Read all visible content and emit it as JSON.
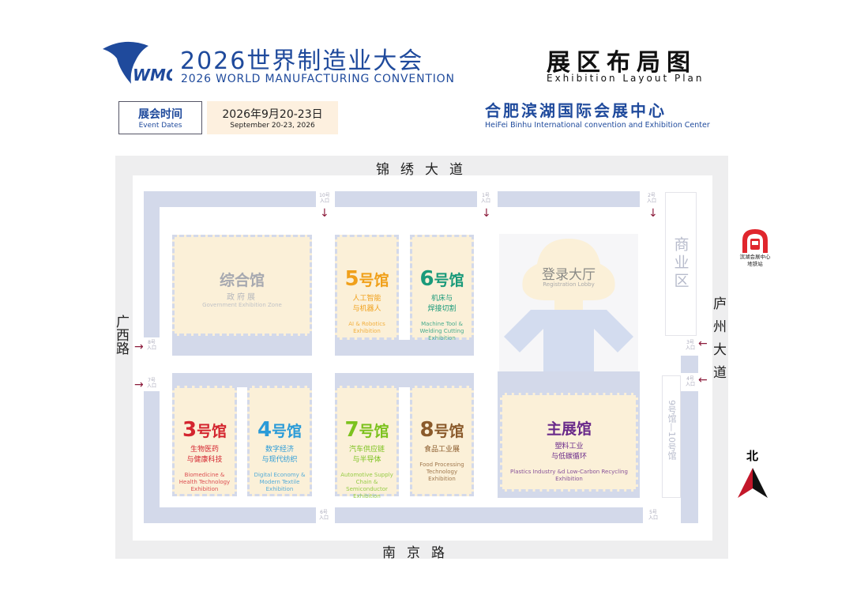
{
  "header": {
    "logo_text": "WMC",
    "title_zh": "2026世界制造业大会",
    "title_en": "2026 WORLD MANUFACTURING CONVENTION",
    "plan_zh": "展区布局图",
    "plan_en": "Exhibition Layout Plan",
    "dates_label_zh": "展会时间",
    "dates_label_en": "Event Dates",
    "dates_zh": "2026年9月20-23日",
    "dates_en": "September 20-23, 2026",
    "venue_zh": "合肥滨湖国际会展中心",
    "venue_en": "HeiFei Binhu International convention and Exhibition Center"
  },
  "roads": {
    "north": "锦绣大道",
    "south": "南京路",
    "west": "广西路",
    "east": "庐州大道"
  },
  "halls": [
    {
      "id": "zonghe",
      "name": "综合馆",
      "zh": "政府展",
      "en": "Government Exhibition Zone",
      "color": "#a7a9b0"
    },
    {
      "id": "h5",
      "num": "5",
      "name": "号馆",
      "zh": "人工智能\n与机器人",
      "en": "AI & Robotics Exhibition",
      "color": "#f0a01a"
    },
    {
      "id": "h6",
      "num": "6",
      "name": "号馆",
      "zh": "机床与\n焊接切割",
      "en": "Machine Tool & Welding Cutting Exhibition",
      "color": "#1a9a7a"
    },
    {
      "id": "h3",
      "num": "3",
      "name": "号馆",
      "zh": "生物医药\n与健康科技",
      "en": "Biomedicine & Health Technology Exhibition",
      "color": "#d4252f"
    },
    {
      "id": "h4",
      "num": "4",
      "name": "号馆",
      "zh": "数字经济\n与现代纺织",
      "en": "Digital Economy & Modern Textile Exhibition",
      "color": "#2a9bd8"
    },
    {
      "id": "h7",
      "num": "7",
      "name": "号馆",
      "zh": "汽车供应链\n与半导体",
      "en": "Automotive Supply Chain & Semiconductor Exhibition",
      "color": "#7cc21e"
    },
    {
      "id": "h8",
      "num": "8",
      "name": "号馆",
      "zh": "食品工业展",
      "en": "Food Processing Technology Exhibition",
      "color": "#8a5a2b"
    },
    {
      "id": "main",
      "name": "主展馆",
      "zh": "塑料工业\n与低碳循环",
      "en": "Plastics Industry &d Low-Carbon Recycling Exhibition",
      "color": "#6a2a8a"
    }
  ],
  "registration": {
    "zh": "登录大厅",
    "en": "Registration Lobby"
  },
  "commercial": "商业区",
  "hall_9_10": "9号馆—10号馆",
  "gates": {
    "g1": "1号\n入口",
    "g2": "2号\n入口",
    "g3": "3号\n入口",
    "g4": "4号\n入口",
    "g5": "5号\n入口",
    "g6": "6号\n入口",
    "g7": "7号\n入口",
    "g8": "8号\n入口",
    "g10": "10号\n入口"
  },
  "metro": "滨湖会展中心\n地铁站",
  "north": "北",
  "colors": {
    "brand": "#1f4a9c",
    "hall_bg": "#fbf0d8",
    "block": "#d3d9ea",
    "arrow": "#8b1a3a"
  }
}
